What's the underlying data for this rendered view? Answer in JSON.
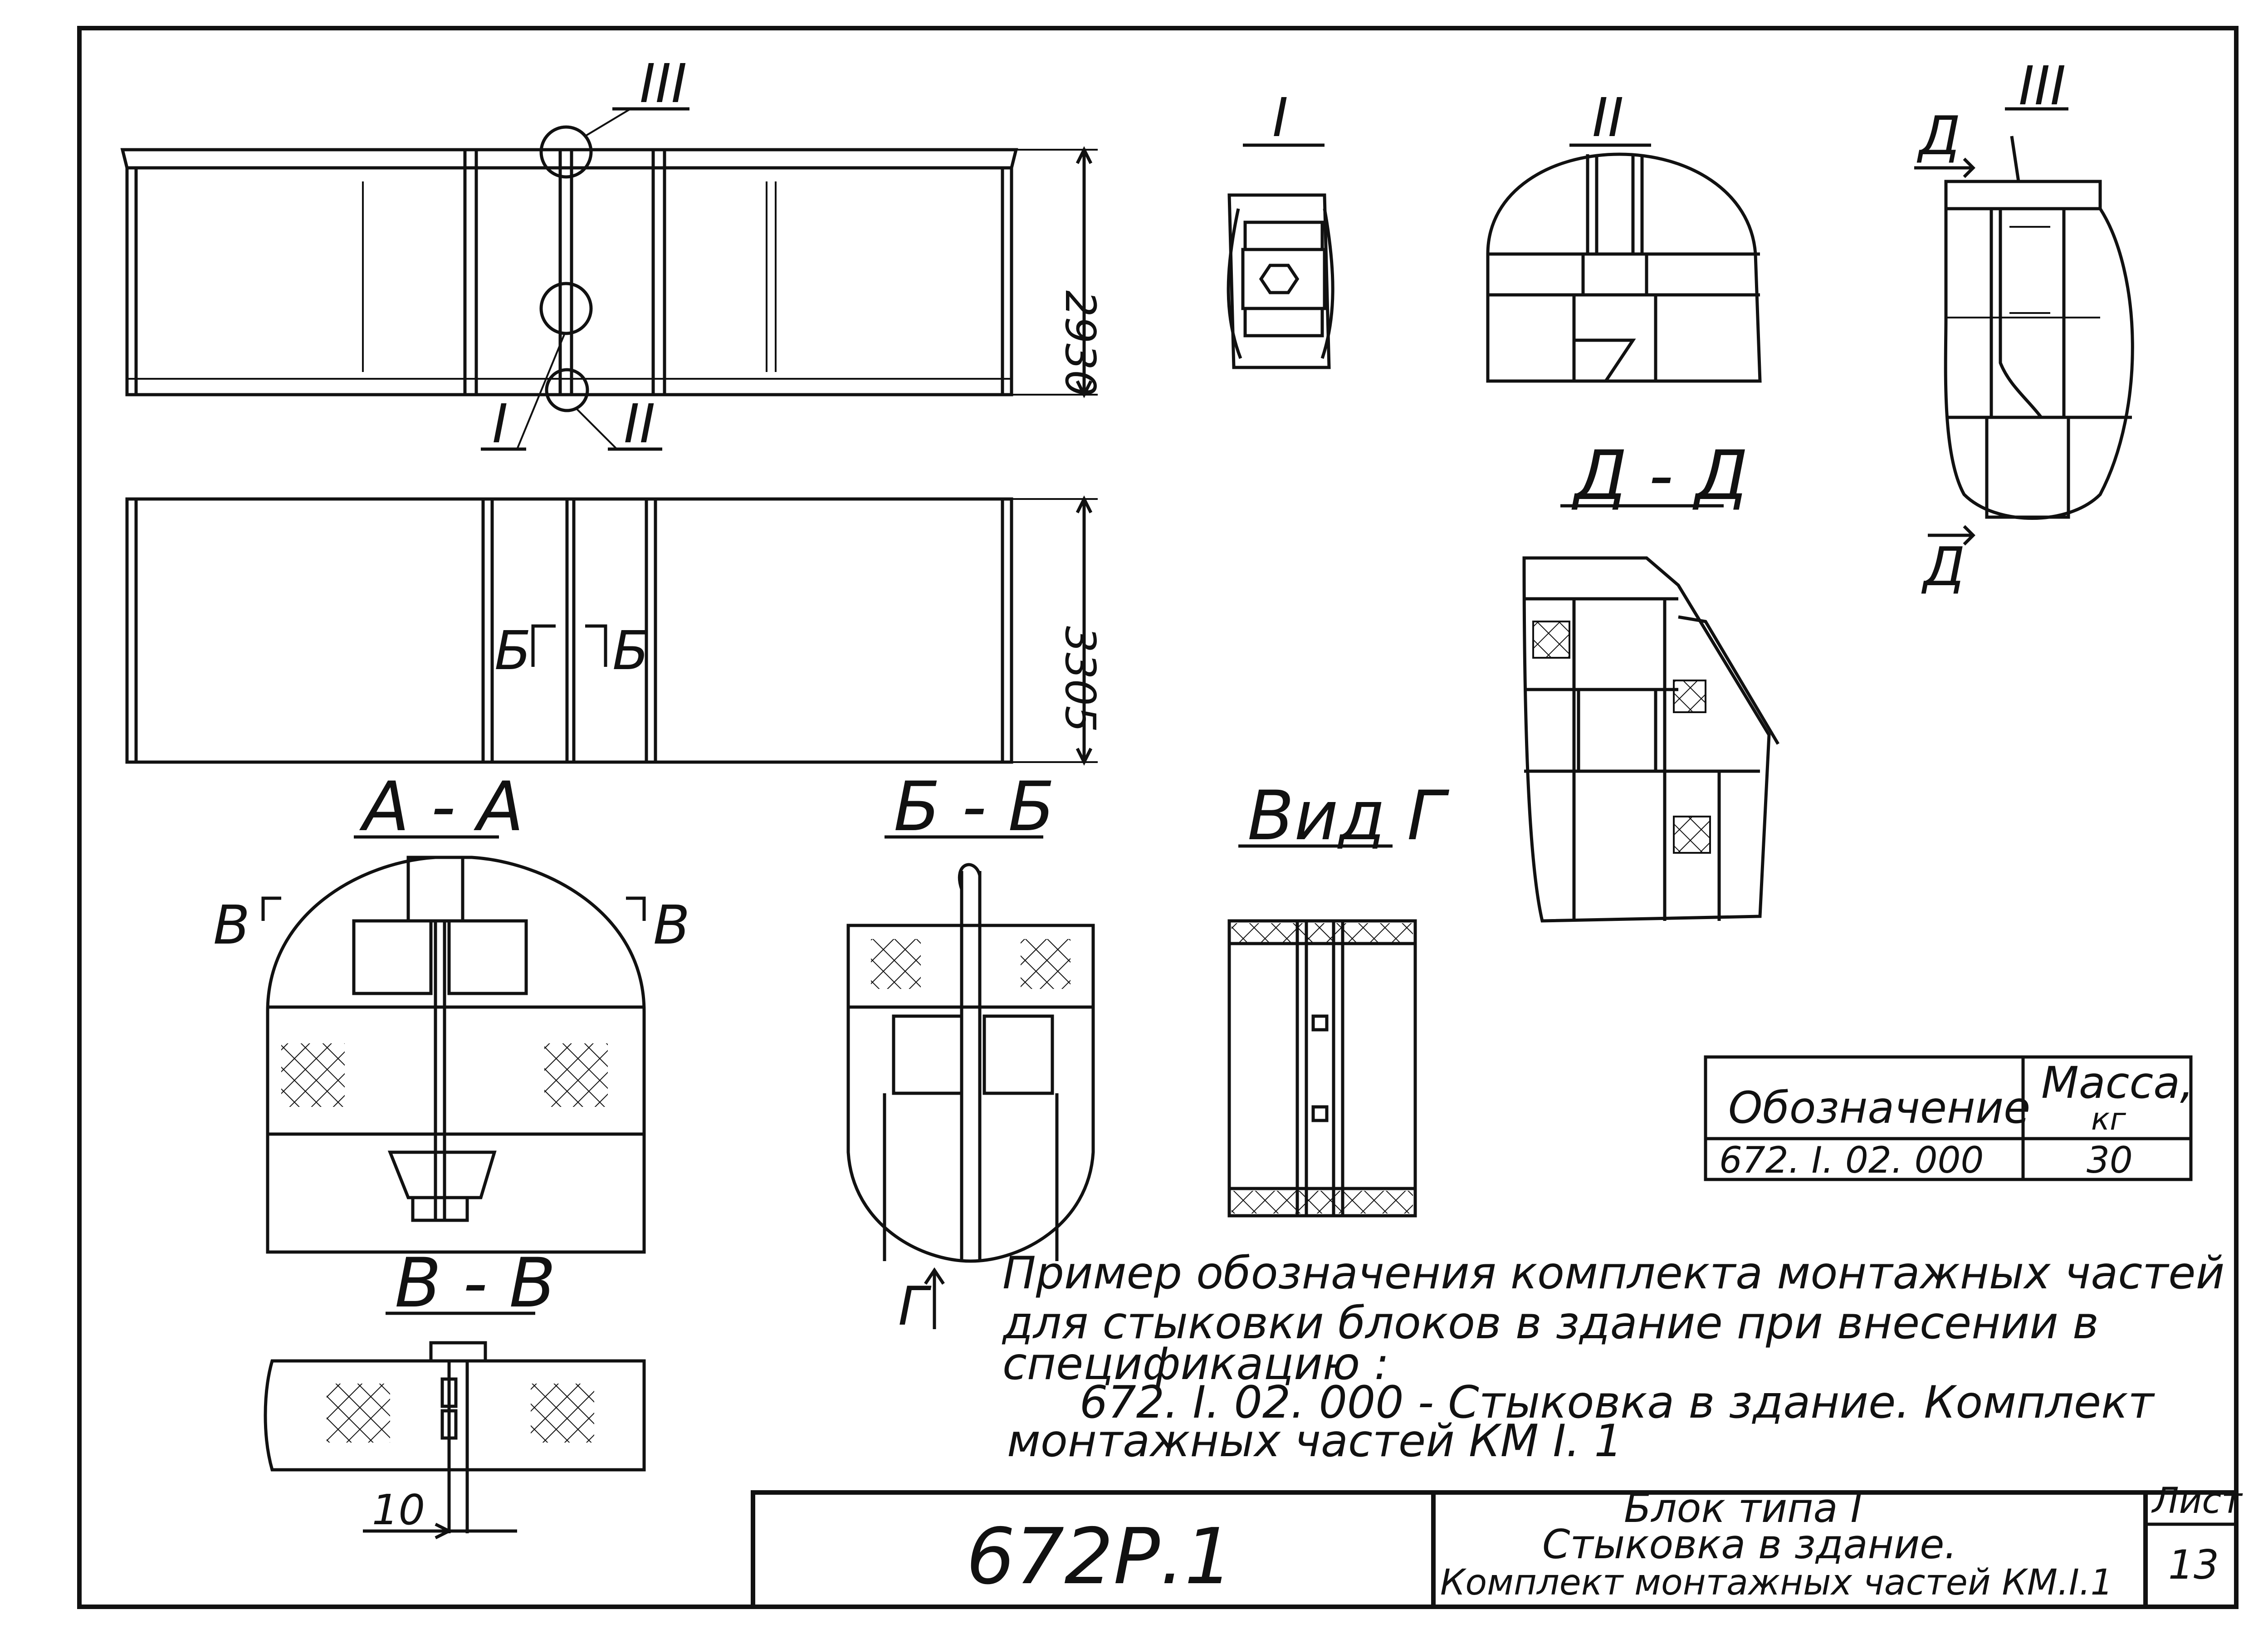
{
  "drawing": {
    "section_labels": {
      "a_a": "А - А",
      "b_b": "Б - Б",
      "v_v": "В - В",
      "d_d": "Д - Д",
      "vid_g": "Вид Г"
    },
    "callouts": {
      "I": "I",
      "II": "II",
      "III": "III",
      "b": "Б",
      "v": "В",
      "d": "Д",
      "g": "Г"
    },
    "dimensions": {
      "height": "2930",
      "width": "3305",
      "gap": "10"
    }
  },
  "mass_table": {
    "header_designation": "Обозначение",
    "header_mass_line1": "Масса,",
    "header_mass_line2": "кг",
    "rows": [
      {
        "designation": "672. I. 02. 000",
        "mass": "30"
      }
    ]
  },
  "note": {
    "lines": [
      "Пример обозначения комплекта монтажных частей",
      "для стыковки блоков в здание при внесении в",
      "спецификацию :",
      "672. I. 02. 000 - Стыковка в здание. Комплект",
      "монтажных частей КМ I. 1"
    ]
  },
  "title_block": {
    "code": "672Р.1",
    "title_line1": "Блок типа I",
    "title_line2": "Стыковка в здание.",
    "title_line3": "Комплект монтажных частей КМ.I.1",
    "sheet_label": "Лист",
    "sheet_number": "13"
  }
}
